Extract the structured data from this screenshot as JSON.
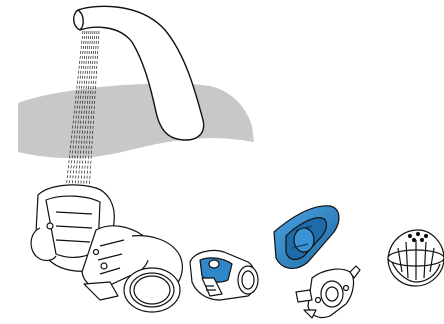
{
  "illustration": {
    "colors": {
      "background": "#ffffff",
      "outline": "#111111",
      "basin": "#c8c8c8",
      "accent_blue": "#2f86c9",
      "shadow": "#e7e7e7"
    },
    "parts": [
      "faucet",
      "water-stream",
      "sink-basin",
      "mask-assembly",
      "elbow-connector",
      "blue-cushion",
      "frame-clip",
      "dome-diffuser"
    ]
  }
}
